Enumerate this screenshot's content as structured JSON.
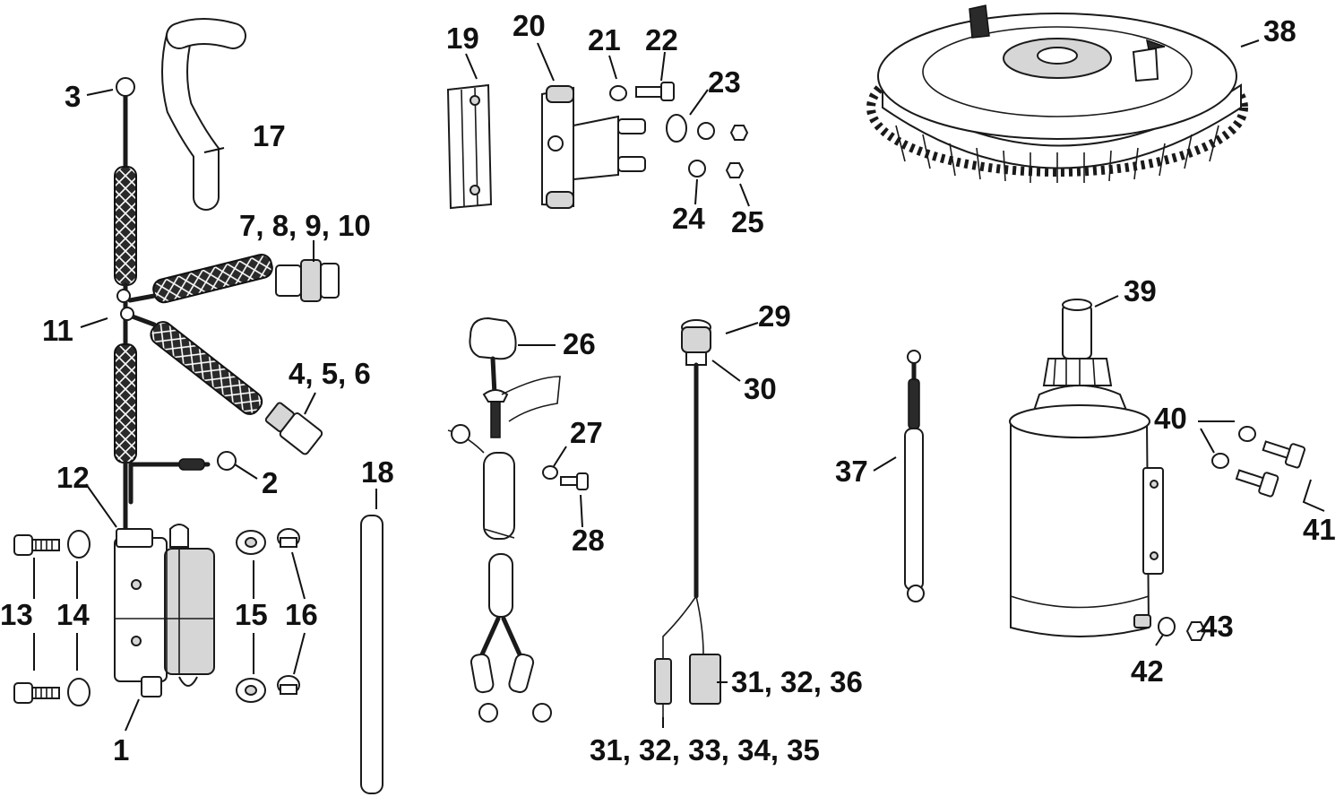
{
  "diagram": {
    "labels": {
      "l1": "1",
      "l2": "2",
      "l3": "3",
      "l4_5_6": "4, 5, 6",
      "l7_10": "7, 8, 9, 10",
      "l11": "11",
      "l12": "12",
      "l13": "13",
      "l14": "14",
      "l15": "15",
      "l16": "16",
      "l17": "17",
      "l18": "18",
      "l19": "19",
      "l20": "20",
      "l21": "21",
      "l22": "22",
      "l23": "23",
      "l24": "24",
      "l25": "25",
      "l26": "26",
      "l27": "27",
      "l28": "28",
      "l29": "29",
      "l30": "30",
      "l31_32_36": "31, 32, 36",
      "l31_35": "31, 32, 33, 34, 35",
      "l37": "37",
      "l38": "38",
      "l39": "39",
      "l40": "40",
      "l41": "41",
      "l42": "42",
      "l43": "43"
    }
  }
}
